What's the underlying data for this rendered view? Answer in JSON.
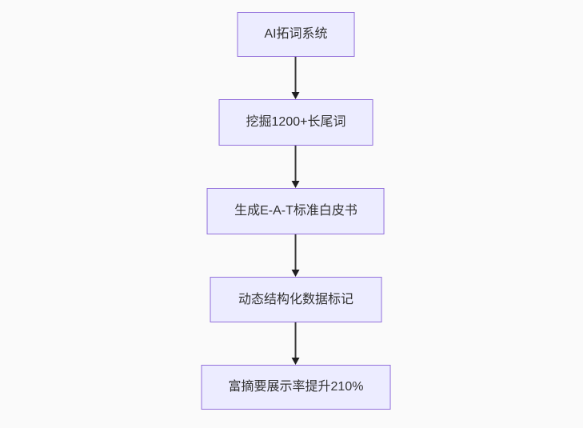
{
  "page": {
    "background_color": "#fafafa"
  },
  "diagram": {
    "type": "flowchart",
    "direction": "top-down",
    "theme": {
      "node_fill": "#ececff",
      "node_border": "#9370db",
      "text_color": "#333333",
      "arrow_color": "#333333"
    },
    "nodes": [
      {
        "label": "AI拓词系统"
      },
      {
        "label": "挖掘1200+长尾词"
      },
      {
        "label": "生成E-A-T标准白皮书"
      },
      {
        "label": "动态结构化数据标记"
      },
      {
        "label": "富摘要展示率提升210%"
      }
    ],
    "edges": [
      {
        "from": "AI拓词系统",
        "to": "挖掘1200+长尾词",
        "style": "arrow-down"
      },
      {
        "from": "挖掘1200+长尾词",
        "to": "生成E-A-T标准白皮书",
        "style": "arrow-down"
      },
      {
        "from": "生成E-A-T标准白皮书",
        "to": "动态结构化数据标记",
        "style": "arrow-down"
      },
      {
        "from": "动态结构化数据标记",
        "to": "富摘要展示率提升210%",
        "style": "arrow-down"
      }
    ]
  }
}
